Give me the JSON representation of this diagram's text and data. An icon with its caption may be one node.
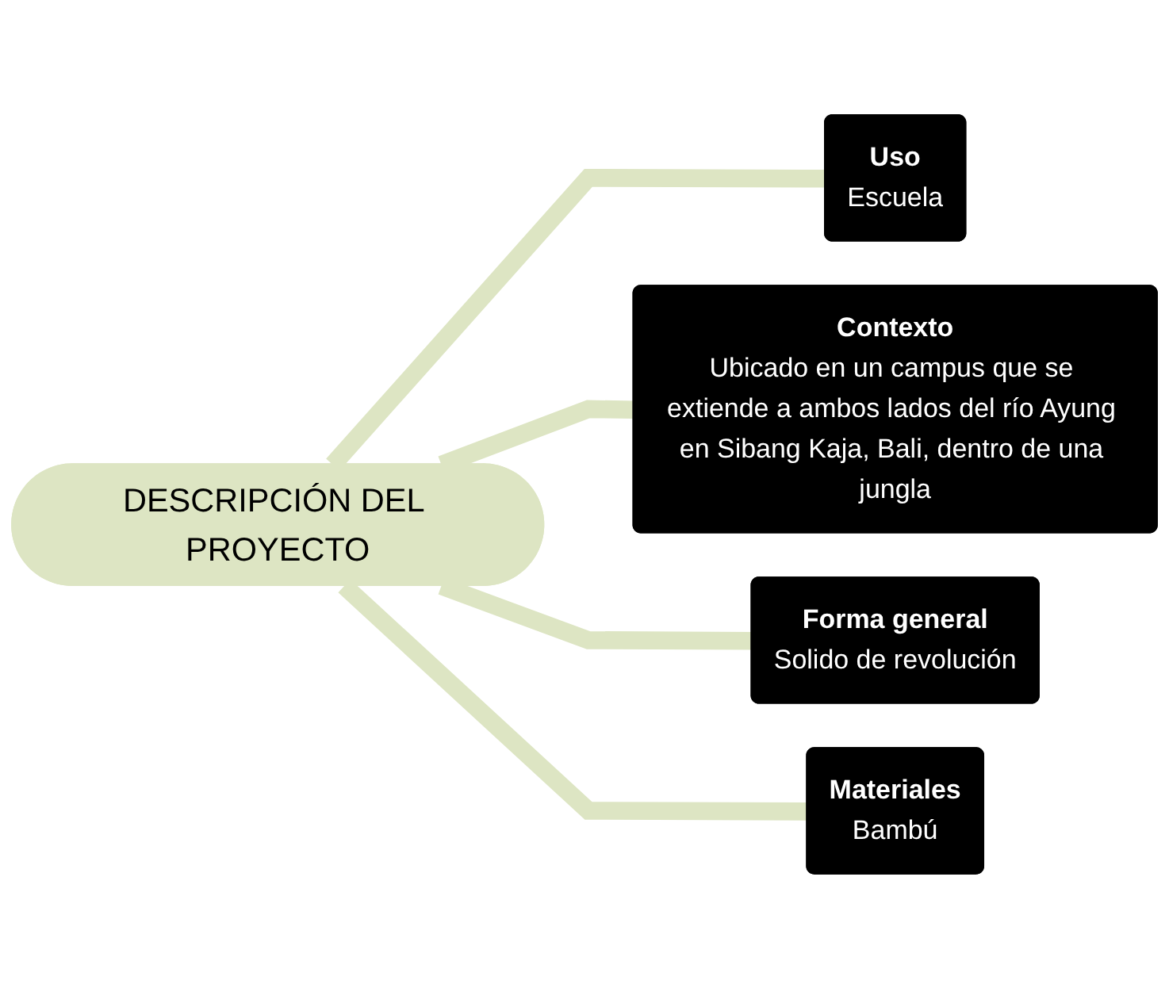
{
  "diagram": {
    "nodes": [
      {
        "text": [
          "DESCRIPCIÓN DEL PROYECTO"
        ]
      },
      {
        "text": [
          "Uso",
          "Escuela"
        ]
      },
      {
        "text": [
          "Contexto",
          "Ubicado en un campus que se extiende a ambos lados del río Ayung en Sibang Kaja, Bali, dentro de una jungla"
        ]
      },
      {
        "text": [
          "Forma general",
          "Solido de revolución"
        ]
      },
      {
        "text": [
          "Materiales",
          "Bambú"
        ]
      }
    ],
    "edges": [
      {
        "from": 0,
        "to": 1,
        "arrow": "none"
      },
      {
        "from": 0,
        "to": 2,
        "arrow": "none"
      },
      {
        "from": 0,
        "to": 3,
        "arrow": "none"
      },
      {
        "from": 0,
        "to": 4,
        "arrow": "none"
      }
    ]
  }
}
